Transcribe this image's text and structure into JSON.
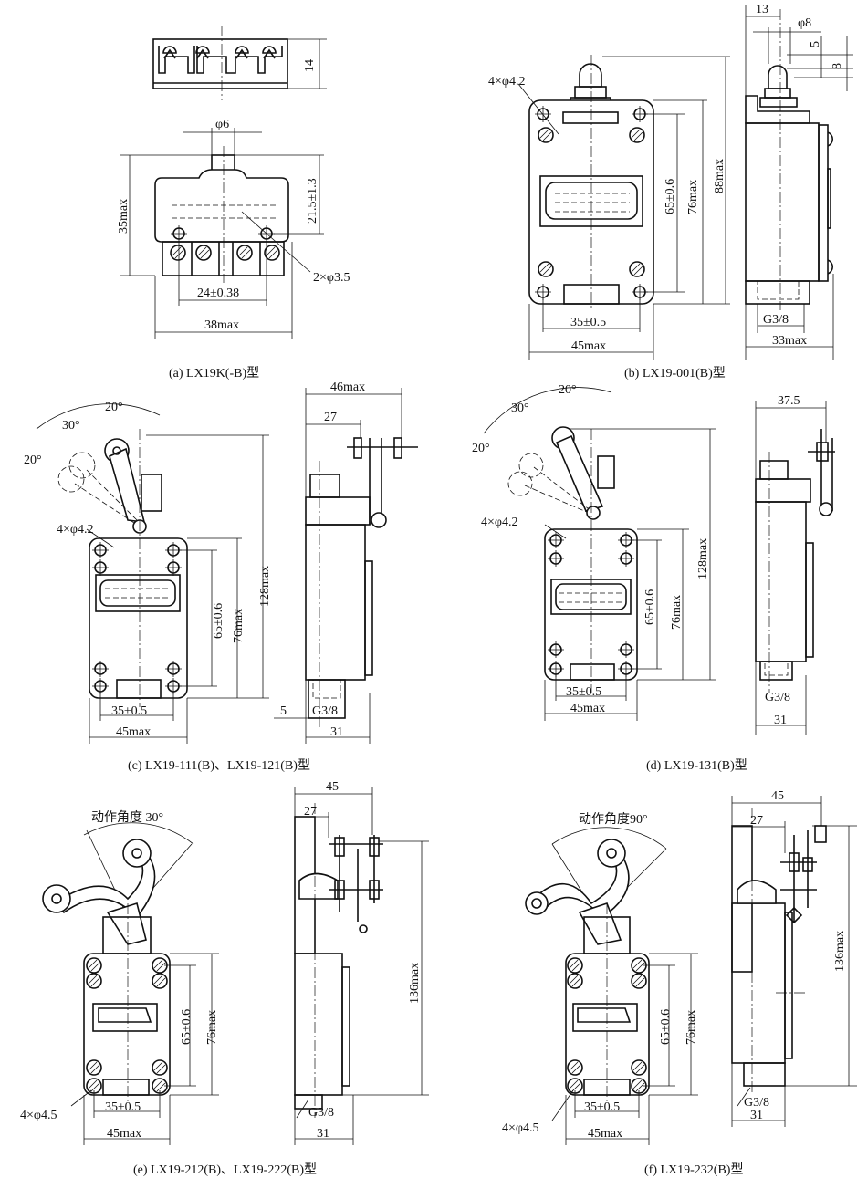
{
  "panels": {
    "a": {
      "caption": "(a)  LX19K(-B)型",
      "dims": {
        "height_block": "14",
        "actuator_dia": "φ6",
        "height_total": "35max",
        "height_holes": "21.5±1.3",
        "holes": "2×φ3.5",
        "hole_spacing": "24±0.38",
        "width": "38max"
      }
    },
    "b": {
      "caption": "(b)  LX19-001(B)型",
      "dims": {
        "holes": "4×φ4.2",
        "hole_spacing_v": "65±0.6",
        "height_body": "76max",
        "height_total": "88max",
        "hole_spacing_h": "35±0.5",
        "width": "45max",
        "offset": "13",
        "plunger_dia": "φ8",
        "dim5": "5",
        "dim8": "8",
        "thread": "G3/8",
        "depth": "33max"
      }
    },
    "c": {
      "caption": "(c)  LX19-111(B)、LX19-121(B)型",
      "dims": {
        "angle1": "20°",
        "angle2": "30°",
        "angle3": "20°",
        "holes": "4×φ4.2",
        "hole_spacing_v": "65±0.6",
        "height_body": "76max",
        "height_total": "128max",
        "hole_spacing_h": "35±0.5",
        "width": "45max",
        "depth_max": "46max",
        "offset": "27",
        "dim5": "5",
        "thread": "G3/8",
        "depth": "31"
      }
    },
    "d": {
      "caption": "(d)  LX19-131(B)型",
      "dims": {
        "angle1": "20°",
        "angle2": "30°",
        "angle3": "20°",
        "holes": "4×φ4.2",
        "hole_spacing_v": "65±0.6",
        "height_body": "76max",
        "height_total": "128max",
        "hole_spacing_h": "35±0.5",
        "width": "45max",
        "depth_max": "37.5",
        "thread": "G3/8",
        "depth": "31"
      }
    },
    "e": {
      "caption": "(e) LX19-212(B)、LX19-222(B)型",
      "dims": {
        "angle": "动作角度 30°",
        "hole_spacing_v": "65±0.6",
        "height_body": "76max",
        "holes": "4×φ4.5",
        "hole_spacing_h": "35±0.5",
        "width": "45max",
        "depth_max": "45",
        "offset": "27",
        "height_total": "136max",
        "thread": "G3/8",
        "depth": "31"
      }
    },
    "f": {
      "caption": "(f) LX19-232(B)型",
      "dims": {
        "angle": "动作角度90°",
        "hole_spacing_v": "65±0.6",
        "height_body": "76max",
        "holes": "4×φ4.5",
        "hole_spacing_h": "35±0.5",
        "width": "45max",
        "depth_max": "45",
        "offset": "27",
        "height_total": "136max",
        "thread": "G3/8",
        "depth": "31"
      }
    }
  }
}
